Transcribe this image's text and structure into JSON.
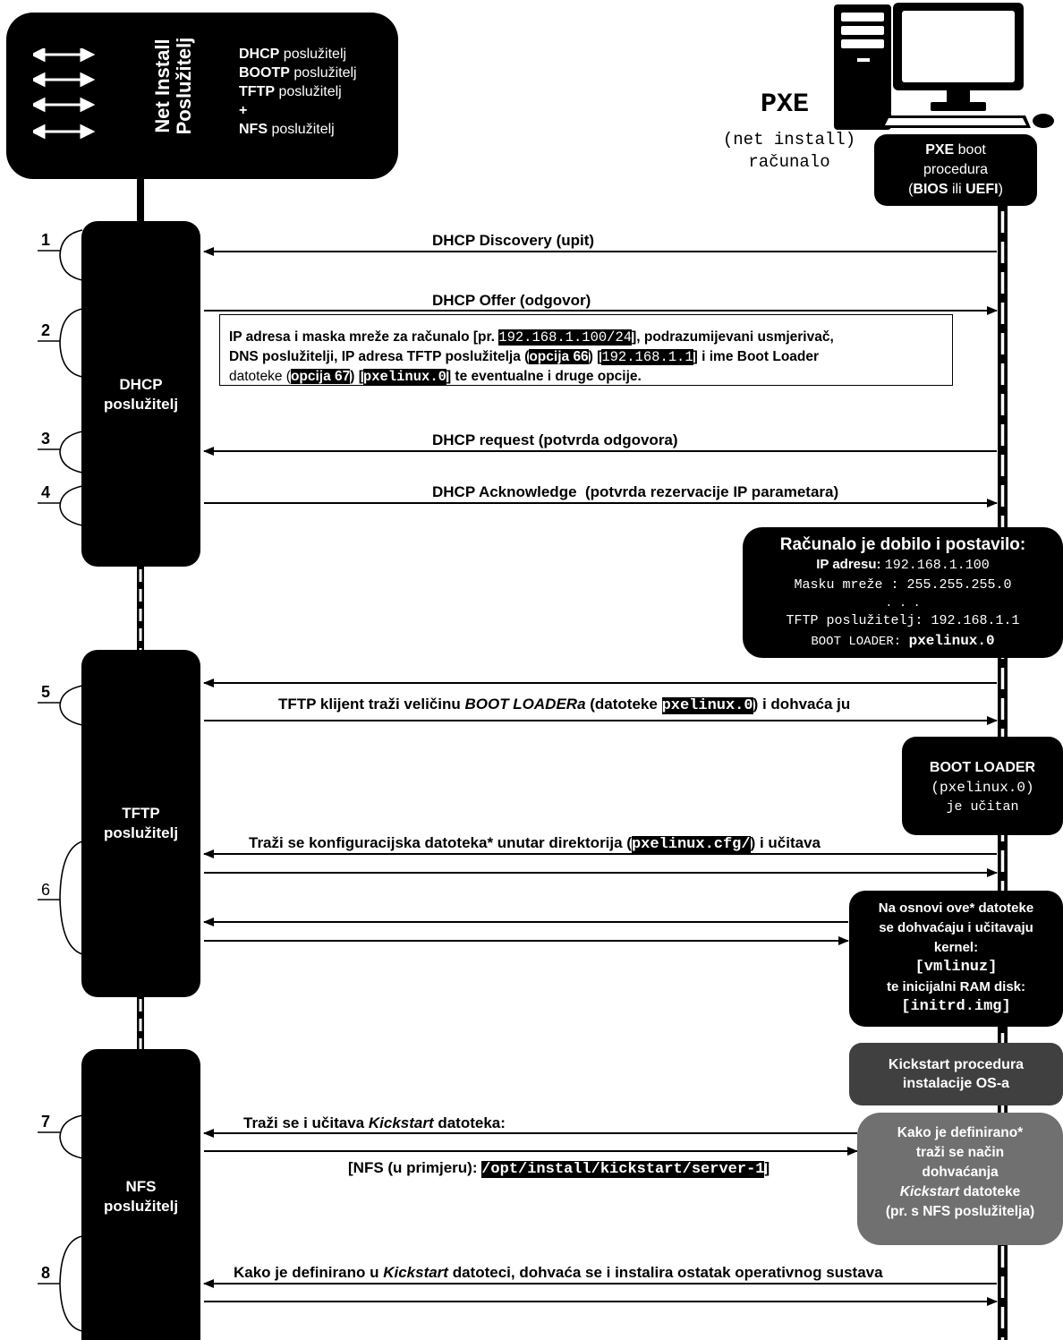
{
  "server": {
    "title_line1": "Net Install",
    "title_line2": "Poslužitelj",
    "services": [
      {
        "bold": "DHCP",
        "rest": " poslužitelj"
      },
      {
        "bold": "BOOTP",
        "rest": " poslužitelj"
      },
      {
        "bold": "TFTP",
        "rest": " poslužitelj"
      },
      {
        "bold": "+",
        "rest": ""
      },
      {
        "bold": "NFS",
        "rest": " poslužitelj"
      }
    ]
  },
  "client": {
    "title": "PXE",
    "subtitle_line1": "(net install)",
    "subtitle_line2": "računalo",
    "boot": {
      "pxe": "PXE",
      "boot": " boot",
      "line2": "procedura",
      "open": "(",
      "bios": "BIOS",
      "ili": " ili ",
      "uefi": "UEFI",
      "close": ")"
    }
  },
  "servers": {
    "dhcp": {
      "line1": "DHCP",
      "line2": "poslužitelj"
    },
    "tftp": {
      "line1": "TFTP",
      "line2": "poslužitelj"
    },
    "nfs": {
      "line1": "NFS",
      "line2": "poslužitelj"
    }
  },
  "steps": [
    "1",
    "2",
    "3",
    "4",
    "5",
    "6",
    "7",
    "8"
  ],
  "messages": {
    "m1": "DHCP Discovery (upit)",
    "m2": "DHCP Offer (odgovor)",
    "m3": "DHCP request (potvrda odgovora)",
    "m4": "DHCP Acknowledge  (potvrda rezervacije IP parametara)",
    "m5": {
      "a": "TFTP klijent traži veličinu ",
      "b": "BOOT LOADERa",
      "c": " (datoteke ",
      "d": "pxelinux.0",
      "e": ") i dohvaća ju"
    },
    "m6": {
      "a": "Traži se konfiguracijska datoteka* unutar direktorija (",
      "b": "pxelinux.cfg/",
      "c": ") i učitava"
    },
    "m7": {
      "a": "Traži se i učitava ",
      "b": "Kickstart",
      "c": " datoteka:"
    },
    "m7b": {
      "a": "[NFS (u primjeru): ",
      "b": "/opt/install/kickstart/server-1",
      "c": "]"
    },
    "m8": {
      "a": "Kako je definirano u ",
      "b": "Kickstart",
      "c": " datoteci, dohvaća se i instalira ostatak operativnog sustava"
    }
  },
  "offer_box": {
    "l1a": "IP adresa i maska mreže za računalo [pr. ",
    "l1b": "192.168.1.100/24",
    "l1c": "], podrazumijevani usmjerivač,",
    "l2a": "DNS poslužitelji, IP adresa TFTP poslužitelja (",
    "l2b": "opcija 66",
    "l2c": ") [",
    "l2d": "192.168.1.1",
    "l2e": "] i ime Boot Loader",
    "l3a": "datoteke (",
    "l3b": "opcija 67",
    "l3c": ") [",
    "l3d": "pxelinux.0",
    "l3e": "] te eventualne i druge opcije."
  },
  "config_box": {
    "title": "Računalo je dobilo i postavilo:",
    "ip_label": "IP adresu: ",
    "ip_value": "192.168.1.100",
    "mask": "Masku mreže : 255.255.255.0",
    "dots": ". . .",
    "tftp": "TFTP poslužitelj: 192.168.1.1",
    "bl_label": "BOOT LOADER: ",
    "bl_value": "pxelinux.0"
  },
  "bootloader_box": {
    "l1": "BOOT LOADER",
    "l2": "(pxelinux.0)",
    "l3": "je učitan"
  },
  "kernel_box": {
    "l1": "Na osnovi ove* datoteke",
    "l2": "se dohvaćaju i učitavaju",
    "l3": "kernel:",
    "l4": "[vmlinuz]",
    "l5": "te inicijalni RAM disk:",
    "l6": "[initrd.img]"
  },
  "kickstart_proc": {
    "l1": "Kickstart procedura",
    "l2": "instalacije OS-a"
  },
  "kickstart_fetch": {
    "l1": "Kako je definirano*",
    "l2": "traži se način",
    "l3": "dohvaćanja",
    "l4a": "Kickstart",
    "l4b": " datoteke",
    "l5": "(pr. s NFS poslužitelja)"
  },
  "colors": {
    "black": "#000000",
    "dark_gray": "#404040",
    "mid_gray": "#707070",
    "cylinder_light": "#b8d9f0",
    "cylinder_dark": "#0e3d6b"
  }
}
